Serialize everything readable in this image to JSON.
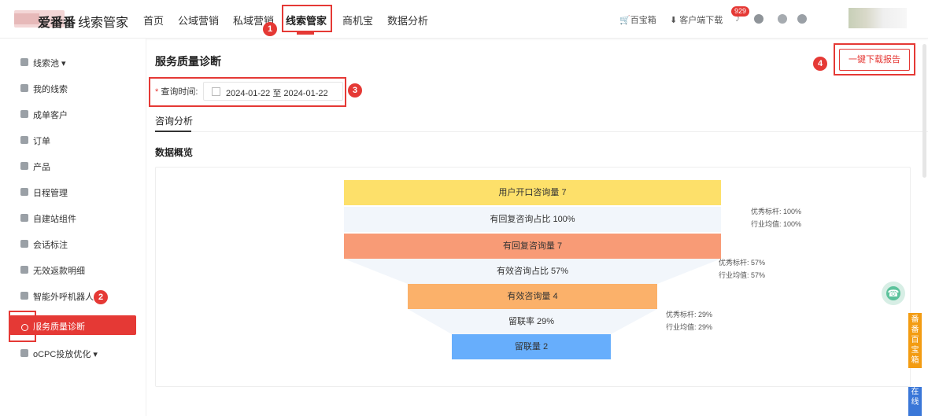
{
  "header": {
    "brand": "爱番番",
    "brand_sub": "线索管家",
    "nav": [
      {
        "label": "首页"
      },
      {
        "label": "公域营销"
      },
      {
        "label": "私域营销"
      },
      {
        "label": "线索管家"
      },
      {
        "label": "商机宝"
      },
      {
        "label": "数据分析"
      }
    ],
    "tools": {
      "baobao": "百宝箱",
      "download": "客户端下载"
    },
    "notification_count": "929"
  },
  "sidebar": {
    "items": [
      {
        "label": "线索池 ▾"
      },
      {
        "label": "我的线索"
      },
      {
        "label": "成单客户"
      },
      {
        "label": "订单"
      },
      {
        "label": "产品"
      },
      {
        "label": "日程管理"
      },
      {
        "label": "自建站组件"
      },
      {
        "label": "会话标注"
      },
      {
        "label": "无效返款明细"
      },
      {
        "label": "智能外呼机器人"
      },
      {
        "label": "服务质量诊断"
      },
      {
        "label": "oCPC投放优化 ▾"
      }
    ]
  },
  "main": {
    "title": "服务质量诊断",
    "download_btn": "一键下载报告",
    "query_label": "查询时间:",
    "date_range": "2024-01-22  至  2024-01-22",
    "tab": "咨询分析",
    "section": "数据概览"
  },
  "funnel": {
    "layers": [
      {
        "label": "用户开口咨询量 7",
        "color": "#fde06a"
      },
      {
        "label": "有回复咨询占比 100%",
        "color": "#f2f6fb"
      },
      {
        "label": "有回复咨询量 7",
        "color": "#f89b76"
      },
      {
        "label": "有效咨询占比 57%",
        "color": "#f2f6fb"
      },
      {
        "label": "有效咨询量 4",
        "color": "#fbb16a"
      },
      {
        "label": "留联率 29%",
        "color": "#f2f6fb"
      },
      {
        "label": "留联量 2",
        "color": "#67aefc"
      }
    ],
    "benchmarks": [
      {
        "excellent": "优秀标杆: 100%",
        "industry": "行业均值: 100%"
      },
      {
        "excellent": "优秀标杆: 57%",
        "industry": "行业均值: 57%"
      },
      {
        "excellent": "优秀标杆: 29%",
        "industry": "行业均值: 29%"
      }
    ]
  },
  "annotations": [
    "1",
    "2",
    "3",
    "4"
  ],
  "floating": {
    "tag1": "番番百宝箱",
    "tag2": "在线"
  },
  "colors": {
    "accent": "#e53935"
  }
}
